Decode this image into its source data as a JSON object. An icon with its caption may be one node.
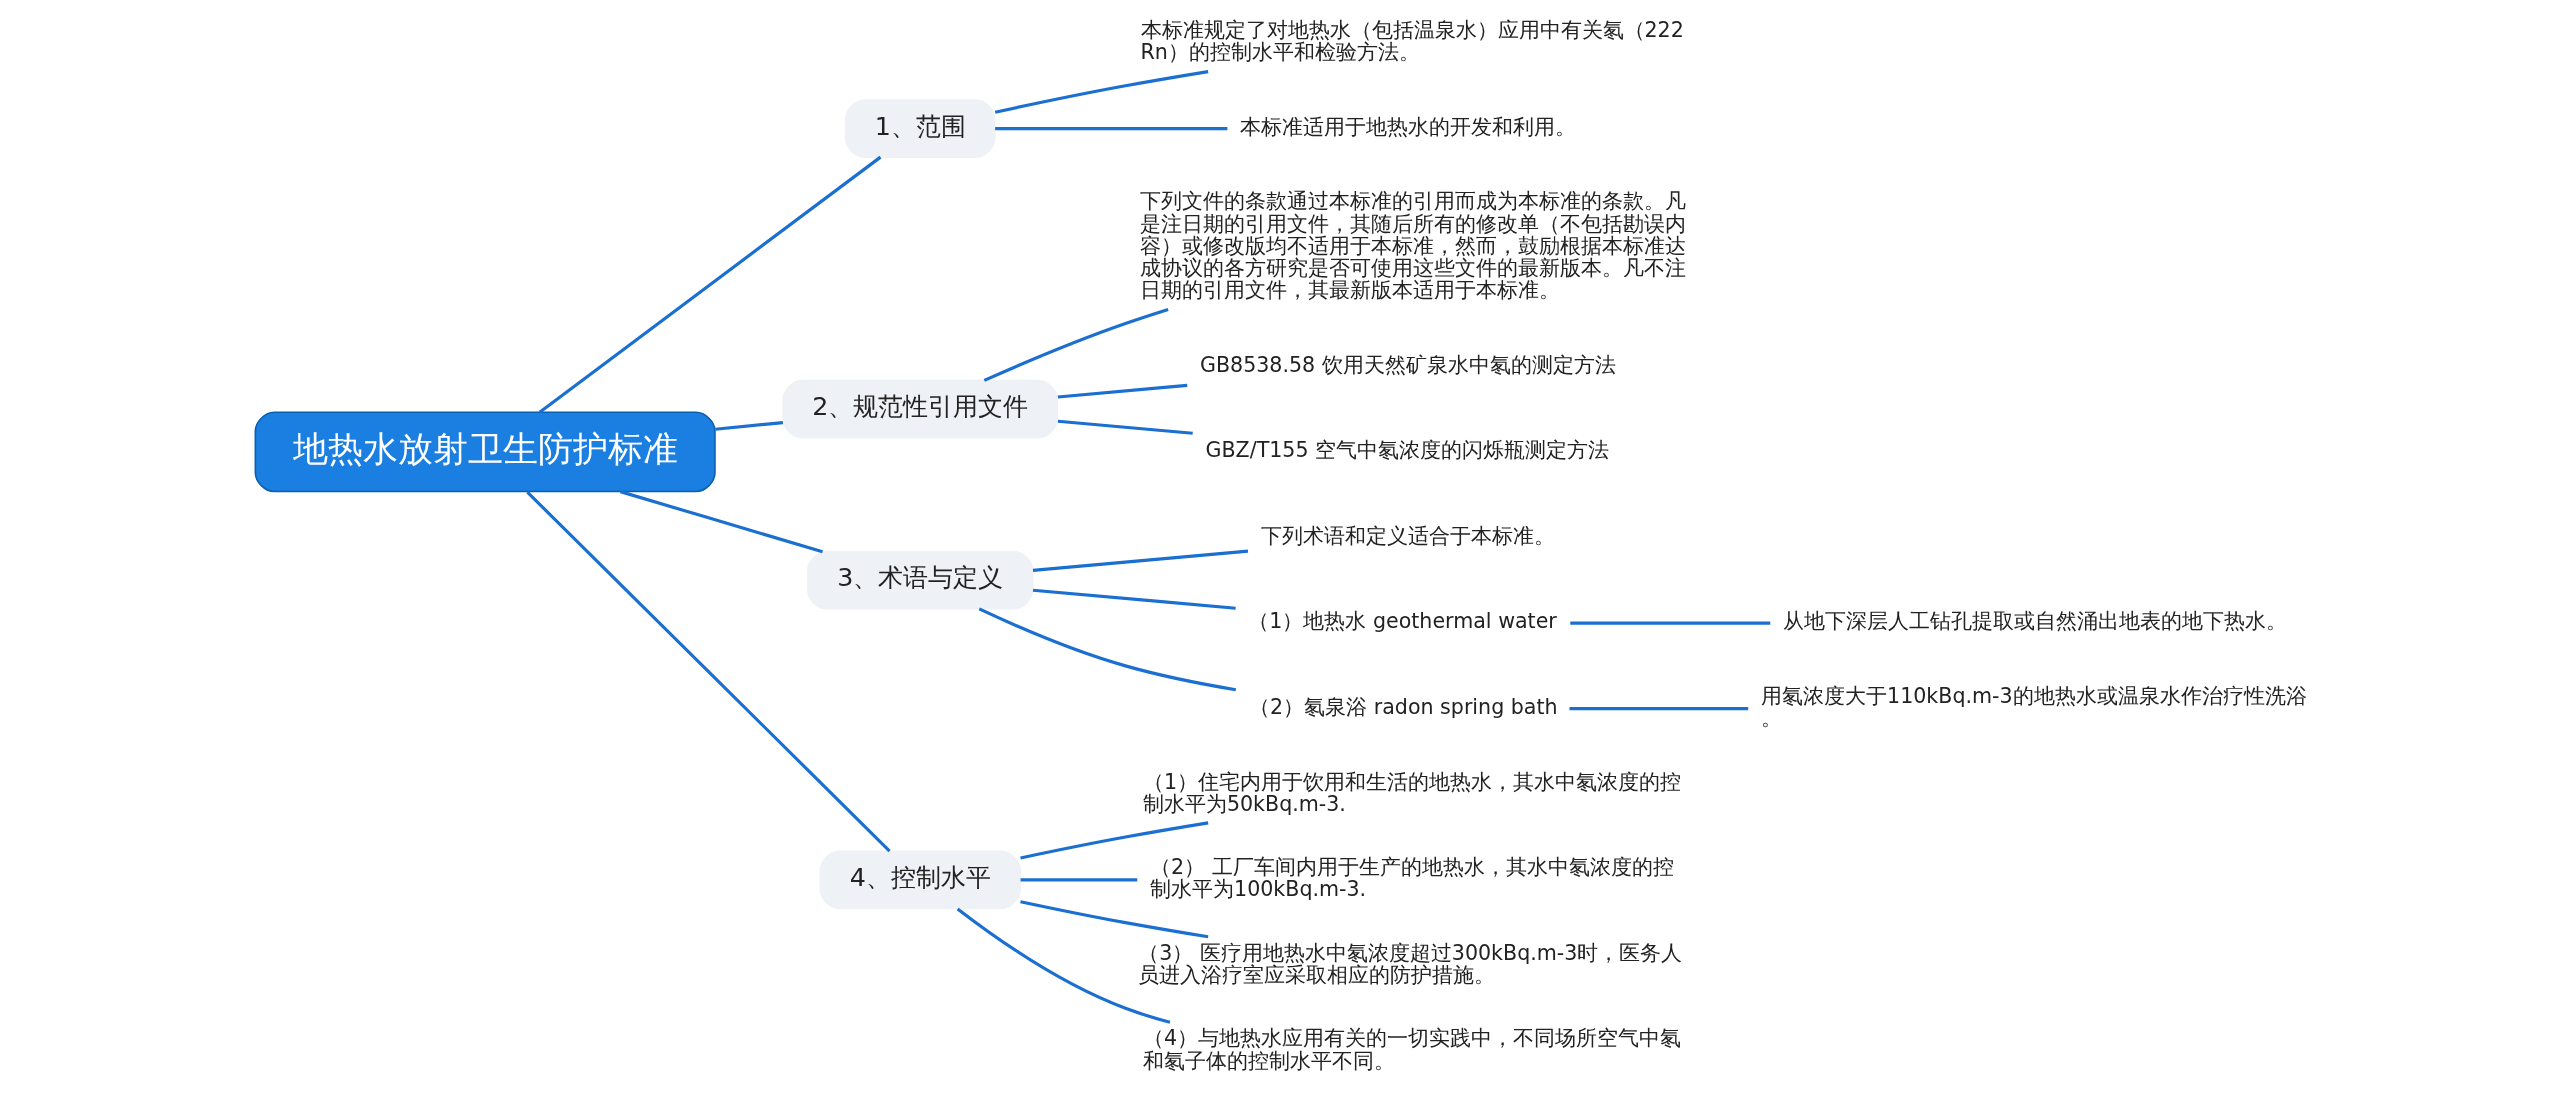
{
  "diagram": {
    "nodes": [
      {
        "text": [
          "地热水放射卫生防护标准"
        ]
      },
      {
        "text": [
          "1、范围"
        ]
      },
      {
        "text": [
          "本标准规定了对地热水（包括温泉水）应用中有关氡（222Rn）的控制水平和检验方法。"
        ]
      },
      {
        "text": [
          "本标准适用于地热水的开发和利用。"
        ]
      },
      {
        "text": [
          "2、规范性引用文件"
        ]
      },
      {
        "text": [
          "下列文件的条款通过本标准的引用而成为本标准的条款。凡是注日期的引用文件，其随后所有的修改单（不包括勘误内容）或修改版均不适用于本标准，然而，鼓励根据本标准达成协议的各方研究是否可使用这些文件的最新版本。凡不注日期的引用文件，其最新版本适用于本标准。"
        ]
      },
      {
        "text": [
          "GB8538.58 饮用天然矿泉水中氡的测定方法"
        ]
      },
      {
        "text": [
          "GBZ/T155 空气中氡浓度的闪烁瓶测定方法"
        ]
      },
      {
        "text": [
          "3、术语与定义"
        ]
      },
      {
        "text": [
          "下列术语和定义适合于本标准。"
        ]
      },
      {
        "text": [
          "（1）地热水 geothermal water"
        ]
      },
      {
        "text": [
          "从地下深层人工钻孔提取或自然涌出地表的地下热水。"
        ]
      },
      {
        "text": [
          "（2）氡泉浴 radon spring bath"
        ]
      },
      {
        "text": [
          "用氡浓度大于110kBq.m-3的地热水或温泉水作治疗性洗浴。"
        ]
      },
      {
        "text": [
          "4、控制水平"
        ]
      },
      {
        "text": [
          "（1）住宅内用于饮用和生活的地热水，其水中氡浓度的控制水平为50kBq.m-3."
        ]
      },
      {
        "text": [
          "（2） 工厂车间内用于生产的地热水，其水中氡浓度的控制水平为100kBq.m-3."
        ]
      },
      {
        "text": [
          "（3） 医疗用地热水中氡浓度超过300kBq.m-3时，医务人员进入浴疗室应采取相应的防护措施。"
        ]
      },
      {
        "text": [
          "（4）与地热水应用有关的一切实践中，不同场所空气中氡和氡子体的控制水平不同。"
        ]
      }
    ],
    "edges": [
      {
        "from": 0,
        "to": 1,
        "arrow": "none"
      },
      {
        "from": 1,
        "to": 2,
        "arrow": "none"
      },
      {
        "from": 1,
        "to": 3,
        "arrow": "none"
      },
      {
        "from": 0,
        "to": 4,
        "arrow": "none"
      },
      {
        "from": 4,
        "to": 5,
        "arrow": "none"
      },
      {
        "from": 4,
        "to": 6,
        "arrow": "none"
      },
      {
        "from": 4,
        "to": 7,
        "arrow": "none"
      },
      {
        "from": 0,
        "to": 8,
        "arrow": "none"
      },
      {
        "from": 8,
        "to": 9,
        "arrow": "none"
      },
      {
        "from": 8,
        "to": 10,
        "arrow": "none"
      },
      {
        "from": 10,
        "to": 11,
        "arrow": "none"
      },
      {
        "from": 8,
        "to": 12,
        "arrow": "none"
      },
      {
        "from": 12,
        "to": 13,
        "arrow": "none"
      },
      {
        "from": 0,
        "to": 14,
        "arrow": "none"
      },
      {
        "from": 14,
        "to": 15,
        "arrow": "none"
      },
      {
        "from": 14,
        "to": 16,
        "arrow": "none"
      },
      {
        "from": 14,
        "to": 17,
        "arrow": "none"
      },
      {
        "from": 14,
        "to": 18,
        "arrow": "none"
      }
    ]
  }
}
